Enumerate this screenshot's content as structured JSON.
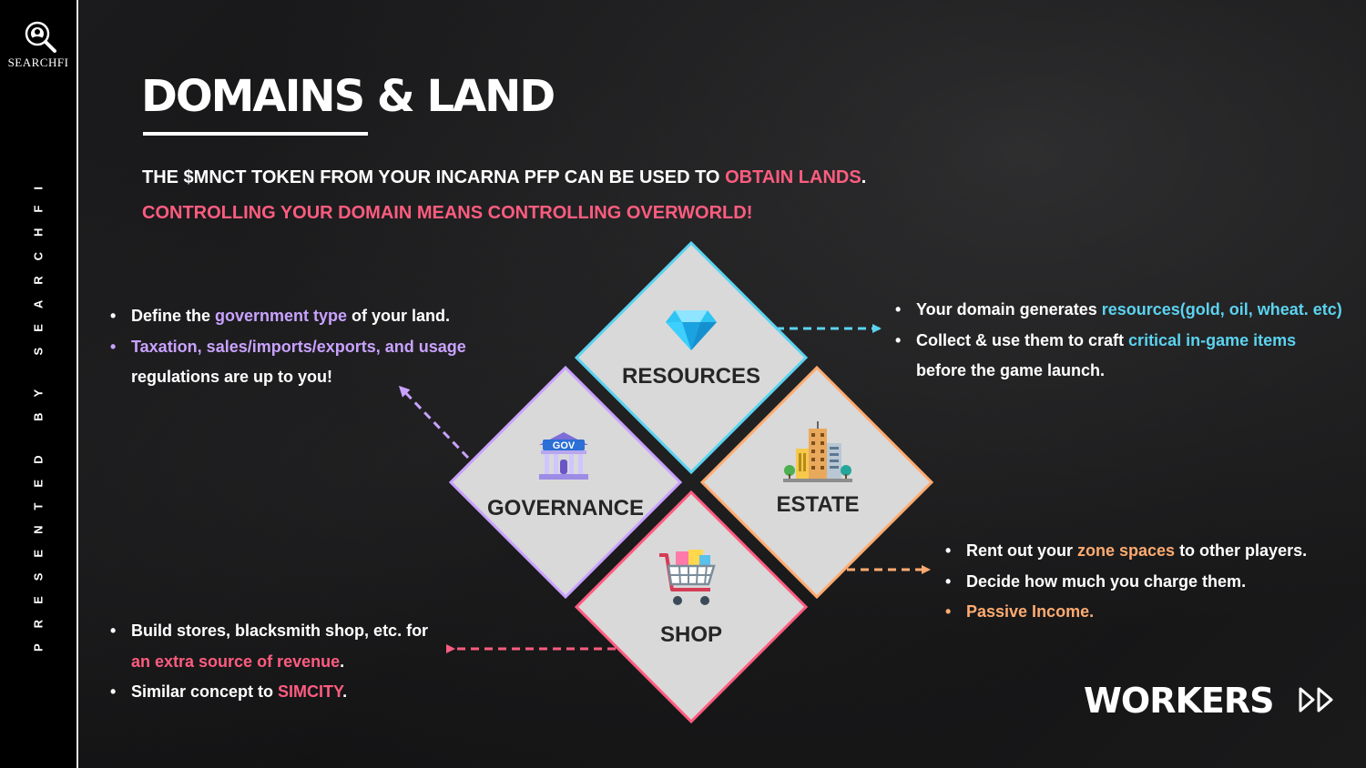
{
  "sidebar": {
    "logo_text": "SEARCHFI",
    "vertical_text": "PRESENTED BY SEARCHFI"
  },
  "title": "DOMAINS & LAND",
  "intro": {
    "line1_before": "THE $MNCT TOKEN FROM YOUR INCARNA PFP CAN BE USED TO ",
    "line1_highlight": "OBTAIN LANDS",
    "line1_after": ".",
    "line2": "CONTROLLING YOUR DOMAIN MEANS CONTROLLING OVERWORLD!"
  },
  "tiles": {
    "resources": "RESOURCES",
    "governance": "GOVERNANCE",
    "estate": "ESTATE",
    "shop": "SHOP",
    "gov_sign": "GOV"
  },
  "governance_notes": {
    "b1_pre": "Define the ",
    "b1_hl": "government type",
    "b1_post": " of your land.",
    "b2_hl": "Taxation, sales/imports/exports, and usage",
    "b2_cont": "regulations are up to you!"
  },
  "resources_notes": {
    "b1_pre": "Your domain generates ",
    "b1_hl": "resources(gold, oil, wheat. etc)",
    "b2_pre": "Collect & use them to craft ",
    "b2_hl": "critical in-game items",
    "b2_cont": "before the game launch."
  },
  "estate_notes": {
    "b1_pre": "Rent out your ",
    "b1_hl": "zone spaces",
    "b1_post": " to other players.",
    "b2": "Decide how much you charge them.",
    "b3_hl": "Passive Income."
  },
  "shop_notes": {
    "b1": "Build stores, blacksmith shop, etc. for",
    "b1_cont_hl": "an extra source of revenue",
    "b1_cont_post": ".",
    "b2_pre": "Similar concept to ",
    "b2_hl": "SIMCITY",
    "b2_post": "."
  },
  "brand": "WORKERS",
  "colors": {
    "resources": "#5bd3f0",
    "governance": "#c9a2ff",
    "estate": "#ffab70",
    "shop": "#ff5c7f",
    "tile_fill": "#d9d9d9"
  },
  "bullet": "•"
}
